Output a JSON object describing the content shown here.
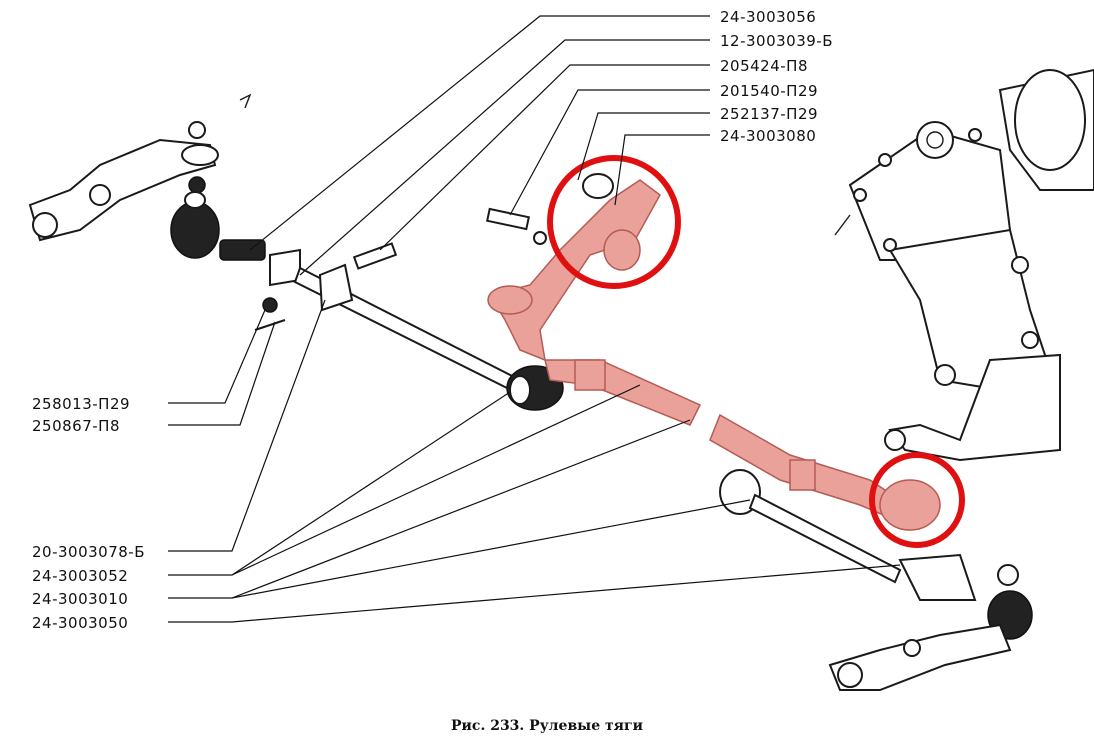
{
  "labels_right": [
    "24-3003056",
    "12-3003039-Б",
    "205424-П8",
    "201540-П29",
    "252137-П29",
    "24-3003080"
  ],
  "labels_left": [
    "258013-П29",
    "250867-П8",
    "20-3003078-Б",
    "24-3003052",
    "24-3003010",
    "24-3003050"
  ],
  "caption": "Рис. 233. Рулевые тяги",
  "colors": {
    "highlight_part": "#e9a19a",
    "highlight_circle": "#e01010"
  }
}
